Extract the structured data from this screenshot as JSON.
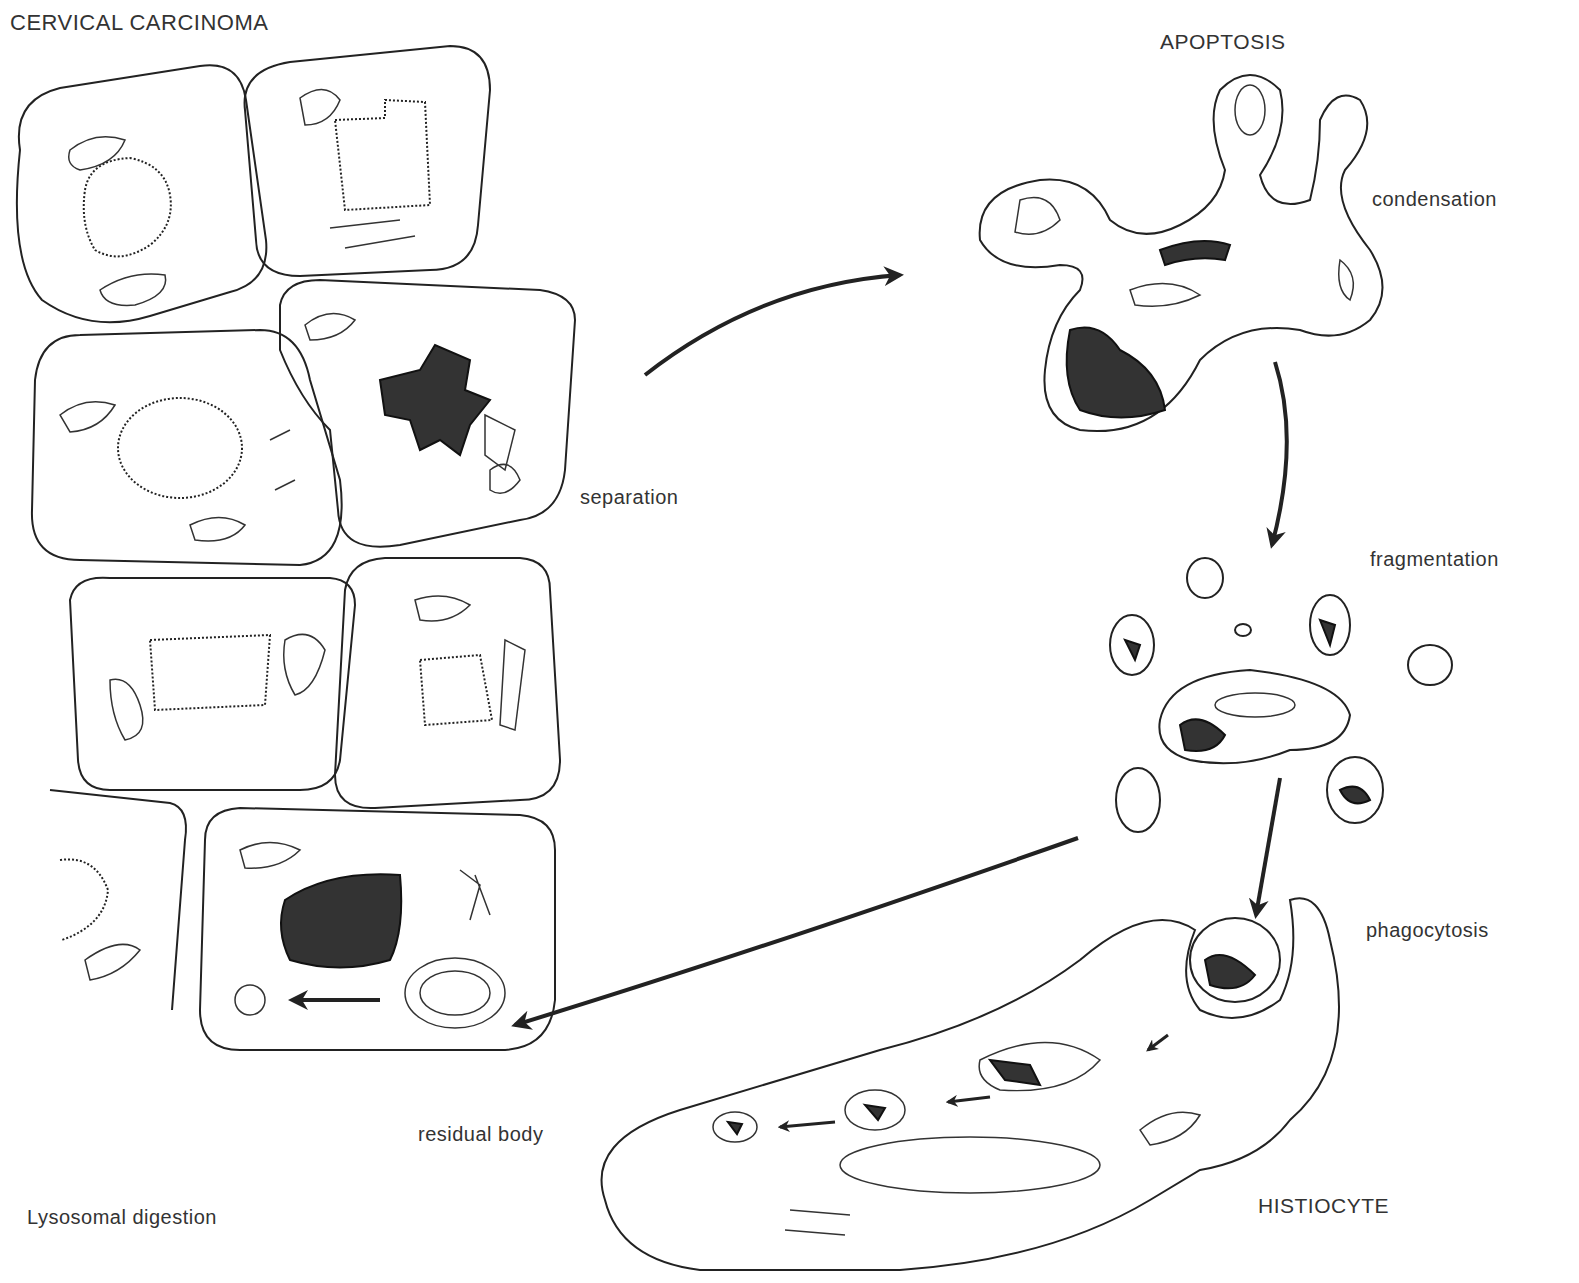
{
  "diagram": {
    "labels": [
      "CERVICAL CARCINOMA",
      "APOPTOSIS",
      "condensation",
      "separation",
      "fragmentation",
      "phagocytosis",
      "residual body",
      "HISTIOCYTE",
      "Lysosomal digestion"
    ]
  }
}
